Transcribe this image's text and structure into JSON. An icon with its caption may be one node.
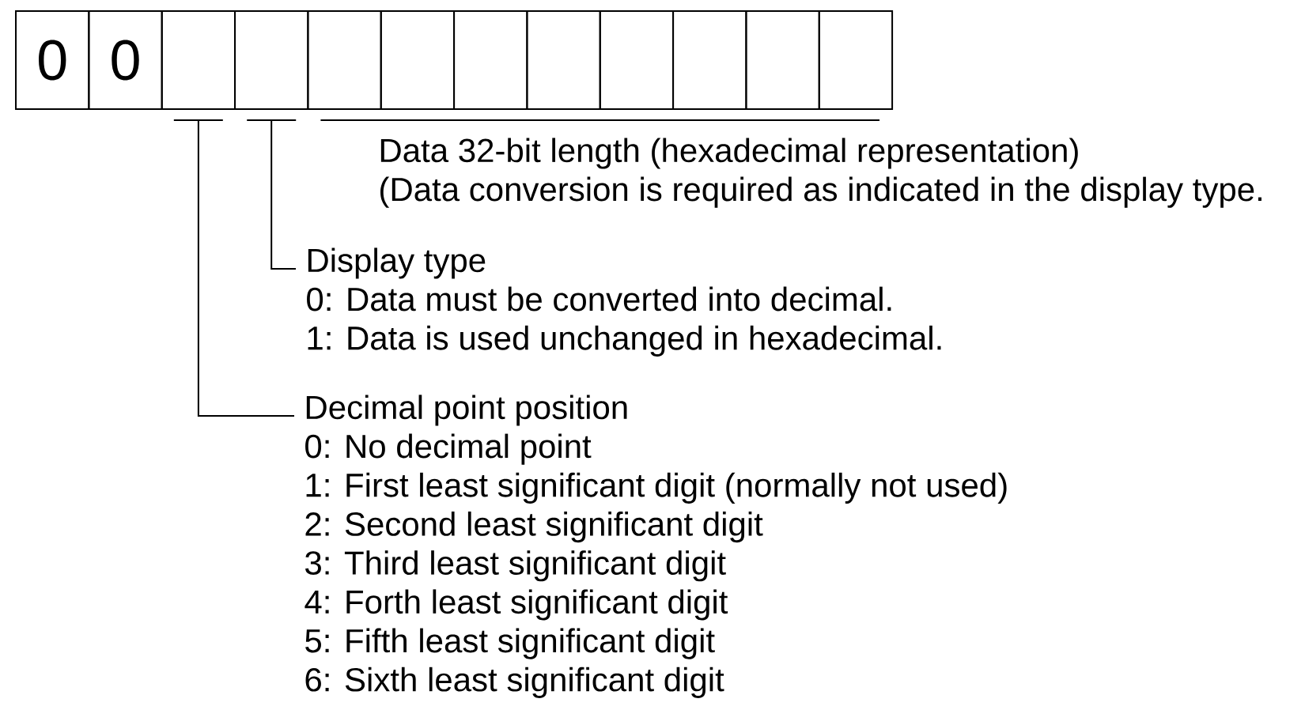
{
  "diagram": {
    "nodes": [
      {
        "text": [
          "0"
        ]
      },
      {
        "text": [
          "0"
        ]
      },
      {
        "text": [],
        "shape": "box"
      },
      {
        "text": [],
        "shape": "box"
      },
      {
        "text": [],
        "shape": "box"
      },
      {
        "text": [],
        "shape": "box"
      },
      {
        "text": [],
        "shape": "box"
      },
      {
        "text": [],
        "shape": "box"
      },
      {
        "text": [],
        "shape": "box"
      },
      {
        "text": [],
        "shape": "box"
      },
      {
        "text": [],
        "shape": "box"
      },
      {
        "text": [],
        "shape": "box"
      },
      {
        "text": [
          "Display type",
          "0: Data must be converted into decimal.",
          "1: Data is used unchanged in hexadecimal."
        ]
      },
      {
        "text": [
          "Decimal point position",
          "0: No decimal point",
          "1: First least significant digit (normally not used)",
          "2: Second least significant digit",
          "3: Third least significant digit",
          "4: Forth least significant digit",
          "5: Fifth least significant digit",
          "6: Sixth least significant digit"
        ]
      }
    ],
    "edges": [
      {
        "from": 12,
        "to": 3,
        "arrow": "none"
      },
      {
        "from": 13,
        "to": 2,
        "arrow": "none"
      }
    ],
    "labels": [
      "Data 32-bit length (hexadecimal representation)",
      "(Data conversion is required as indicated in the display type."
    ]
  }
}
